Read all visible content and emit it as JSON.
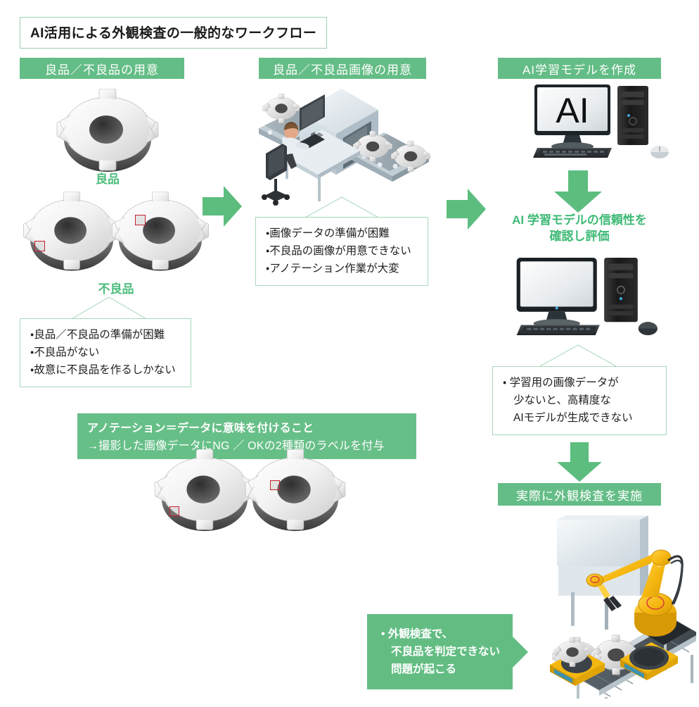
{
  "title": "AI活用による外観検査の一般的なワークフロー",
  "columns": {
    "left": {
      "header": "良品／不良品の用意",
      "good_label": "良品",
      "defect_label": "不良品",
      "callout": {
        "lines": [
          "・良品／不良品の準備が困難",
          "・不良品がない",
          "・故意に不良品を作るしかない"
        ]
      }
    },
    "middle": {
      "header": "良品／不良品画像の用意",
      "callout": {
        "lines": [
          "・画像データの準備が困難",
          "・不良品の画像が用意できない",
          "・アノテーション作業が大変"
        ]
      }
    },
    "right": {
      "header": "AI学習モデルを作成",
      "monitor_text": "AI",
      "evaluate_title_line1": "AI 学習モデルの信頼性を",
      "evaluate_title_line2": "確認し評価",
      "callout": {
        "lines": [
          "・ 学習用の画像データが",
          "少ないと、高精度な",
          "AIモデルが生成できない"
        ]
      },
      "inspection_header": "実際に外観検査を実施",
      "problem_callout": {
        "lines": [
          "• 外観検査で、",
          "不良品を判定できない",
          "問題が起こる"
        ]
      }
    }
  },
  "annotation": {
    "line1": "アノテーション＝データに意味を付けること",
    "line2": "→撮影した画像データにNG ／ OKの2種類のラベルを付与"
  },
  "colors": {
    "header_green": "#64bd86",
    "arrow_green": "#5cbd7f",
    "label_green": "#4cbd7c",
    "callout_border": "#a8d7ba",
    "defect_red": "#c8202f",
    "robot_yellow": "#f5b912"
  },
  "icons": {
    "arrow_right": "arrow-right-icon",
    "arrow_down": "arrow-down-icon",
    "gear": "gear-icon",
    "monitor": "monitor-icon",
    "desktop_pc": "desktop-pc-icon",
    "keyboard": "keyboard-icon",
    "mouse": "mouse-icon",
    "conveyor": "conveyor-icon",
    "robot_arm": "robot-arm-icon",
    "agv_robot": "agv-robot-icon",
    "worker": "worker-icon"
  }
}
